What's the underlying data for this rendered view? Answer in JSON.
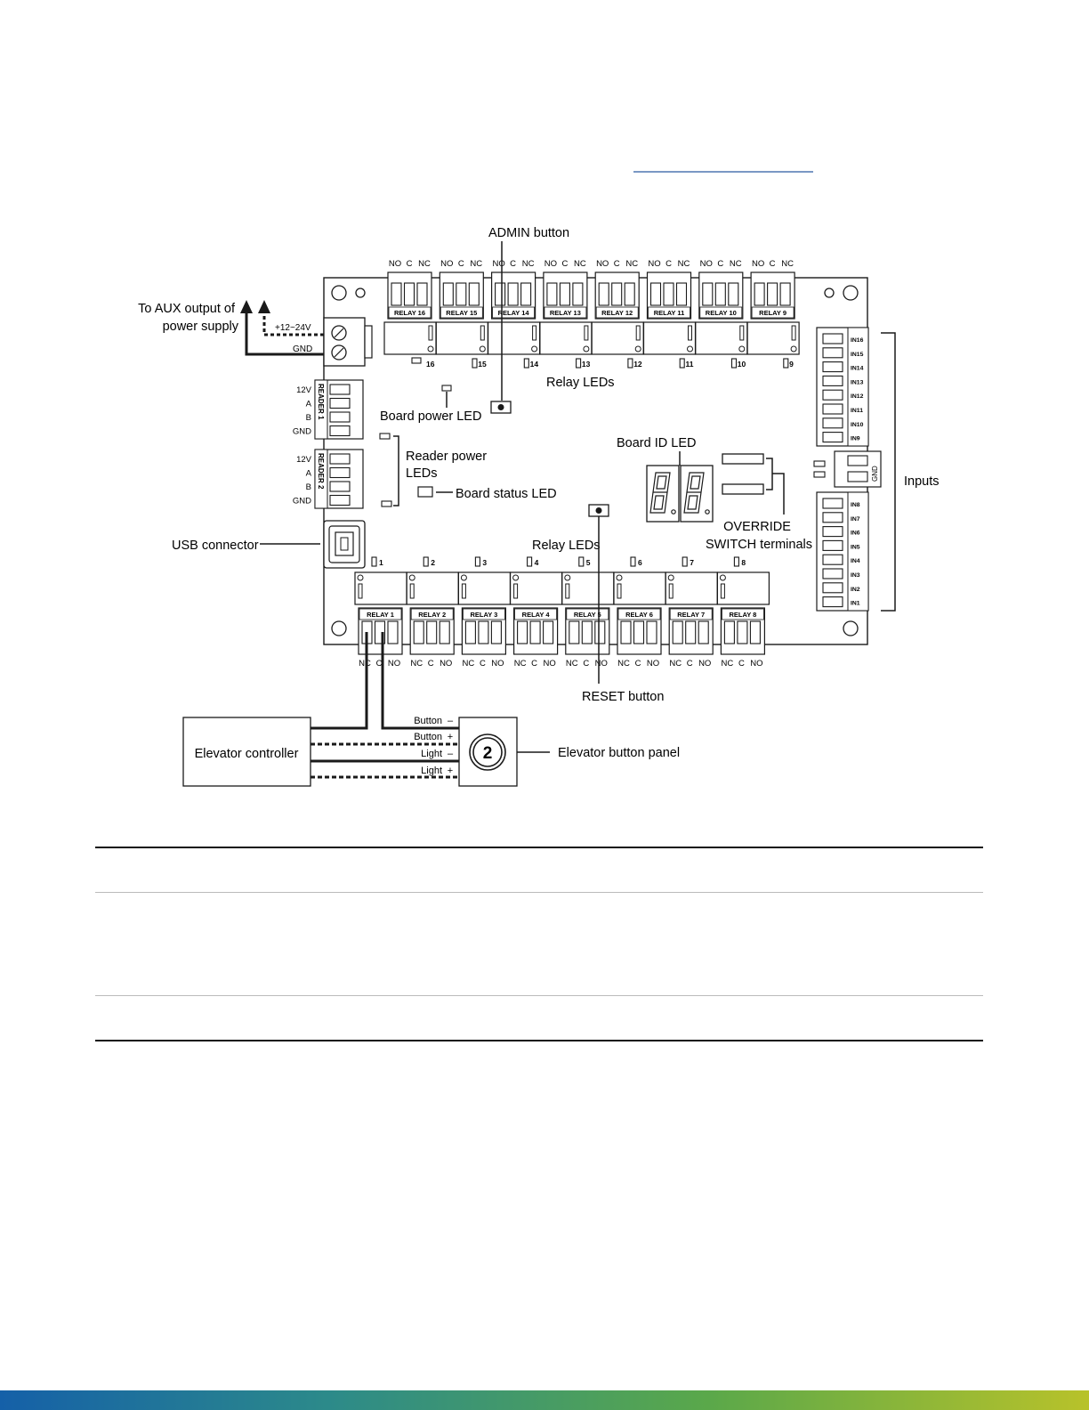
{
  "link": {
    "text": ""
  },
  "labels": {
    "admin_button": "ADMIN button",
    "aux_line1": "To AUX output of",
    "aux_line2": "power supply",
    "power_voltage": "+12~24V",
    "gnd": "GND",
    "board_power_led": "Board power LED",
    "relay_leds": "Relay LEDs",
    "reader_power_line1": "Reader power",
    "reader_power_line2": "LEDs",
    "board_status_led": "Board status LED",
    "board_id_led": "Board ID LED",
    "override_line1": "OVERRIDE",
    "override_line2": "SWITCH terminals",
    "inputs": "Inputs",
    "usb_connector": "USB connector",
    "reset_button": "RESET button",
    "elevator_controller": "Elevator controller",
    "elevator_button_panel": "Elevator button panel",
    "button_panel_number": "2",
    "reader1": "READER 1",
    "reader2": "READER 2"
  },
  "reader_pins": [
    "12V",
    "A",
    "B",
    "GND"
  ],
  "top_relays": [
    {
      "name": "RELAY 16",
      "led": "16"
    },
    {
      "name": "RELAY 15",
      "led": "15"
    },
    {
      "name": "RELAY 14",
      "led": "14"
    },
    {
      "name": "RELAY 13",
      "led": "13"
    },
    {
      "name": "RELAY 12",
      "led": "12"
    },
    {
      "name": "RELAY 11",
      "led": "11"
    },
    {
      "name": "RELAY 10",
      "led": "10"
    },
    {
      "name": "RELAY 9",
      "led": "9"
    }
  ],
  "bottom_relays": [
    {
      "name": "RELAY 1",
      "led": "1"
    },
    {
      "name": "RELAY 2",
      "led": "2"
    },
    {
      "name": "RELAY 3",
      "led": "3"
    },
    {
      "name": "RELAY 4",
      "led": "4"
    },
    {
      "name": "RELAY 5",
      "led": "5"
    },
    {
      "name": "RELAY 6",
      "led": "6"
    },
    {
      "name": "RELAY 7",
      "led": "7"
    },
    {
      "name": "RELAY 8",
      "led": "8"
    }
  ],
  "top_terminal_labels": [
    "NO",
    "C",
    "NC"
  ],
  "bottom_terminal_labels": [
    "NC",
    "C",
    "NO"
  ],
  "inputs_upper": [
    "IN16",
    "IN15",
    "IN14",
    "IN13",
    "IN12",
    "IN11",
    "IN10",
    "IN9"
  ],
  "inputs_lower": [
    "IN8",
    "IN7",
    "IN6",
    "IN5",
    "IN4",
    "IN3",
    "IN2",
    "IN1"
  ],
  "wires": [
    {
      "label": "Button",
      "sign": "–"
    },
    {
      "label": "Button",
      "sign": "+"
    },
    {
      "label": "Light",
      "sign": "–"
    },
    {
      "label": "Light",
      "sign": "+"
    }
  ],
  "colors": {
    "ink": "#1a1a1a",
    "rule": "#111111",
    "rule_light": "#bbbbbb",
    "link": "#2a5aa0",
    "footer_gradient": [
      "#1560a8",
      "#2c8a8a",
      "#5aa84a",
      "#b8c22a"
    ]
  }
}
